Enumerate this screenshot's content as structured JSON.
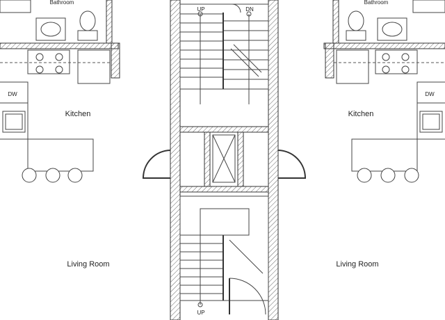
{
  "labels": {
    "bathroom_left": "Bathroom",
    "bathroom_right": "Bathroom",
    "kitchen_left": "Kitchen",
    "kitchen_right": "Kitchen",
    "living_left": "Living Room",
    "living_right": "Living Room",
    "dw_left": "DW",
    "dw_right": "DW",
    "stair_up_top": "UP",
    "stair_dn_top": "DN",
    "stair_up_bottom": "UP"
  }
}
